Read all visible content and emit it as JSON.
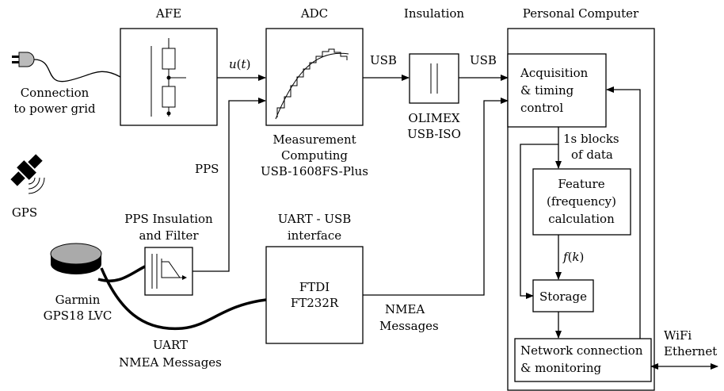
{
  "blocks": {
    "afe": {
      "title": "AFE"
    },
    "adc": {
      "title": "ADC",
      "caption": [
        "Measurement",
        "Computing",
        "USB-1608FS-Plus"
      ]
    },
    "insulation": {
      "title": "Insulation",
      "caption": [
        "OLIMEX",
        "USB-ISO"
      ]
    },
    "pc": {
      "title": "Personal Computer"
    },
    "acquisition": {
      "lines": [
        "Acquisition",
        "& timing",
        "control"
      ]
    },
    "feature": {
      "lines": [
        "Feature",
        "(frequency)",
        "calculation"
      ]
    },
    "storage": {
      "label": "Storage"
    },
    "network": {
      "lines": [
        "Network connection",
        "& monitoring"
      ]
    },
    "ftdi": {
      "lines": [
        "FTDI",
        "FT232R"
      ],
      "title": [
        "UART - USB",
        "interface"
      ]
    },
    "pps_filter": {
      "title": [
        "PPS Insulation",
        "and Filter"
      ]
    }
  },
  "left": {
    "power_grid": [
      "Connection",
      "to power grid"
    ],
    "gps": "GPS",
    "garmin": [
      "Garmin",
      "GPS18 LVC"
    ]
  },
  "signals": {
    "ut": "u(t)",
    "usb1": "USB",
    "usb2": "USB",
    "pps": "PPS",
    "blocks": [
      "1s blocks",
      "of data"
    ],
    "fk": "f(k)",
    "nmea": [
      "NMEA",
      "Messages"
    ],
    "uart": [
      "UART",
      "NMEA Messages"
    ],
    "wifi": [
      "WiFi",
      "Ethernet"
    ]
  }
}
